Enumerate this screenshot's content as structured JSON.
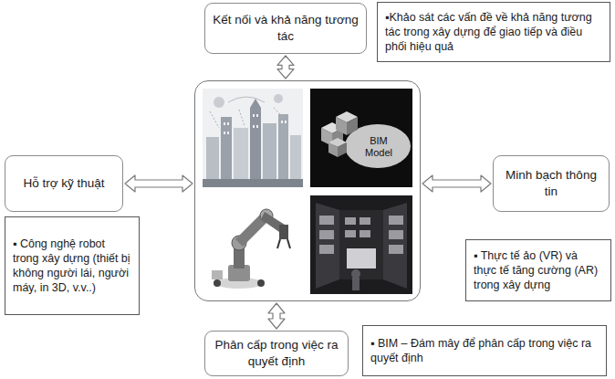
{
  "diagram": {
    "nodes": [
      {
        "text": [
          "Kết nối và khả năng tương tác"
        ]
      },
      {
        "text": [
          "▪Khảo sát các vấn đề về khả năng tương tác trong xây dựng để giao tiếp và điều phối hiệu quả"
        ]
      },
      {
        "text": [
          "BIM Model"
        ]
      },
      {
        "text": [
          "Hỗ trợ kỹ thuật"
        ]
      },
      {
        "text": [
          "Minh bạch thông tin"
        ]
      },
      {
        "text": [
          "▪ Công nghệ robot trong xây dựng (thiết bị không người lái, người máy, in 3D, v.v..)"
        ]
      },
      {
        "text": [
          "▪ Thực tế ảo (VR) và thực tế tăng cường (AR) trong xây dựng"
        ]
      },
      {
        "text": [
          "Phân cấp trong việc ra quyết định"
        ]
      },
      {
        "text": [
          "▪ BIM – Đám mây để phân cấp trong việc ra quyết định"
        ]
      }
    ],
    "edges": [
      {
        "from": 2,
        "to": 0,
        "arrow": "both"
      },
      {
        "from": 2,
        "to": 3,
        "arrow": "both"
      },
      {
        "from": 2,
        "to": 4,
        "arrow": "both"
      },
      {
        "from": 2,
        "to": 7,
        "arrow": "both"
      }
    ]
  }
}
